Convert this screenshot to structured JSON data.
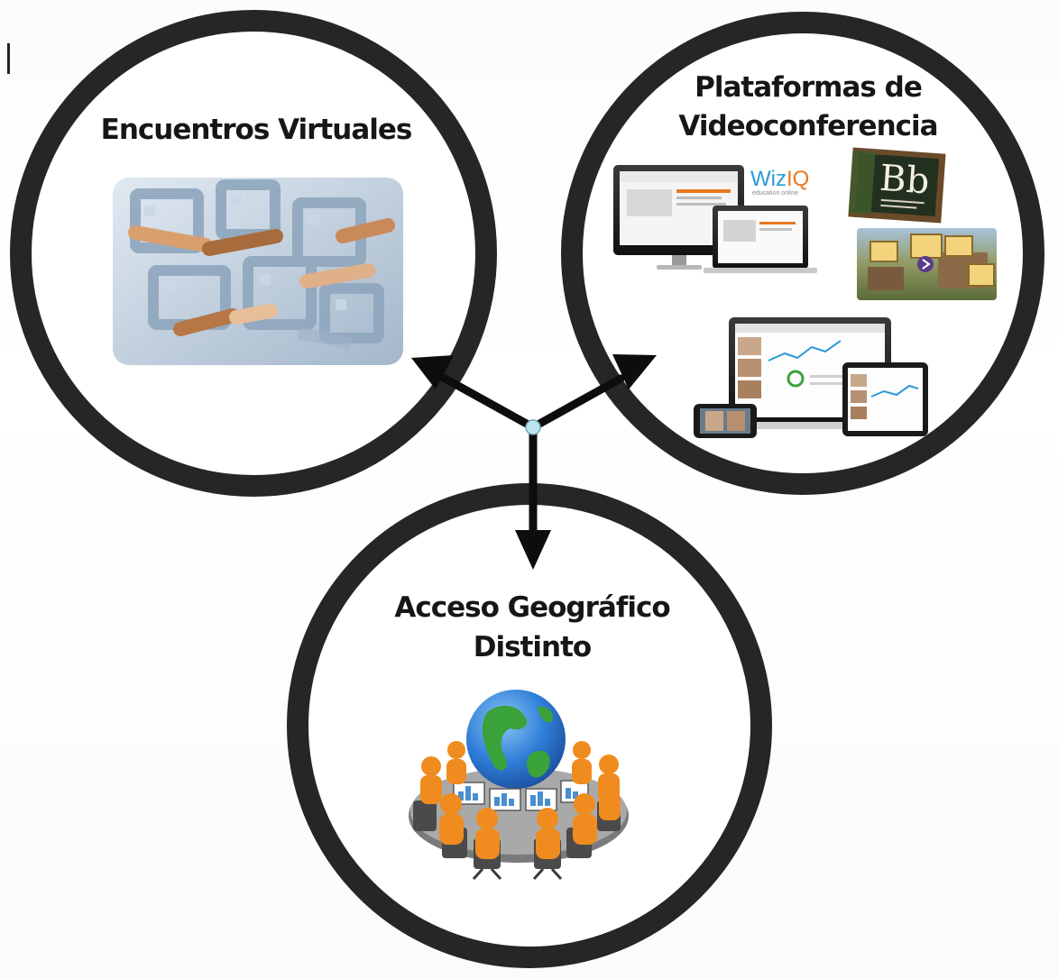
{
  "nodes": {
    "encuentros": {
      "title": "Encuentros Virtuales"
    },
    "plataformas": {
      "title_line1": "Plataformas de",
      "title_line2": "Videoconferencia"
    },
    "acceso": {
      "title_line1": "Acceso Geográfico",
      "title_line2": "Distinto"
    }
  },
  "logos": {
    "wiziq_a": "Wiz",
    "wiziq_b": "IQ",
    "wiziq_sub": "education online",
    "blackboard": "Bb"
  },
  "colors": {
    "ring": "#262626",
    "arrow": "#0d0d0d",
    "hub": "#bfe6ee",
    "globe_ocean": "#2f7ed8",
    "globe_land": "#3aa23a",
    "figures": "#f08c1f"
  },
  "edges": [
    {
      "from": "hub",
      "to": "encuentros"
    },
    {
      "from": "hub",
      "to": "plataformas"
    },
    {
      "from": "hub",
      "to": "acceso"
    }
  ]
}
